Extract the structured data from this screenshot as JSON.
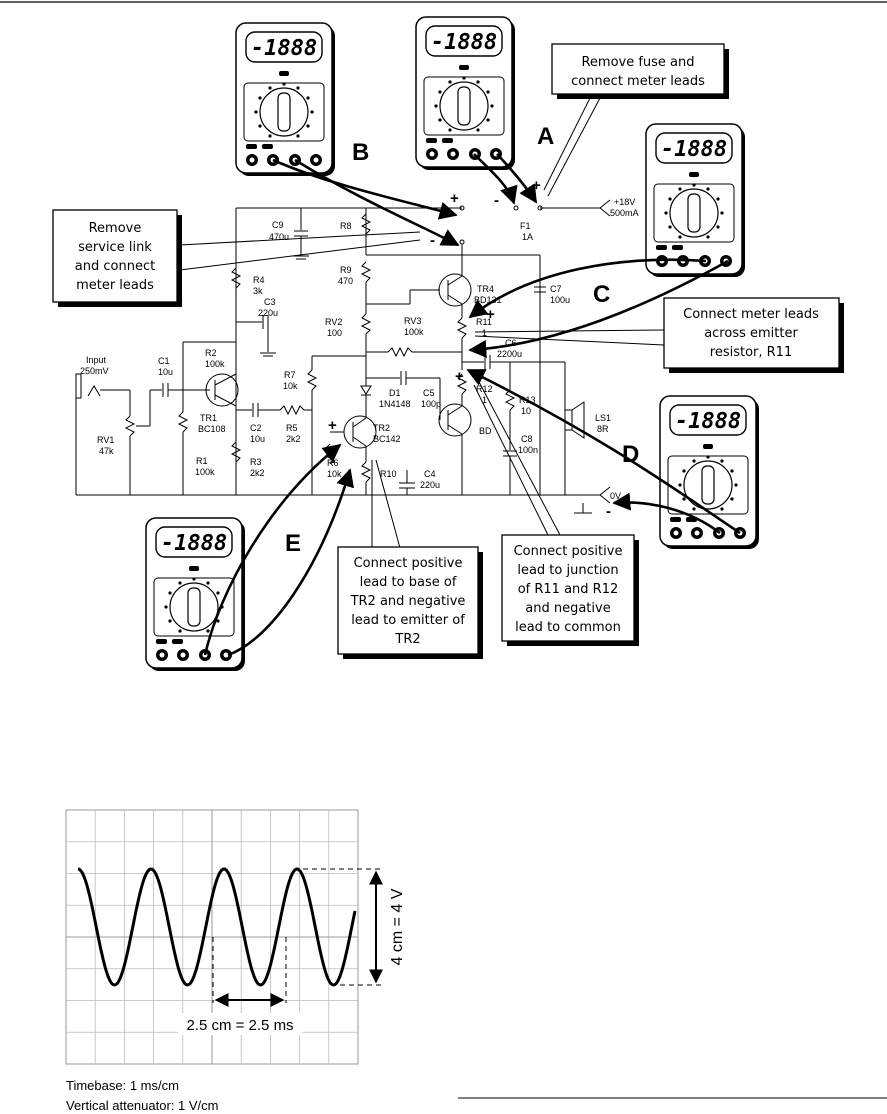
{
  "meters": [
    {
      "id": "A",
      "display": "-1888"
    },
    {
      "id": "B",
      "display": "-1888"
    },
    {
      "id": "C",
      "display": "-1888"
    },
    {
      "id": "D",
      "display": "-1888"
    },
    {
      "id": "E",
      "display": "-1888"
    }
  ],
  "point_labels": {
    "A": "A",
    "B": "B",
    "C": "C",
    "D": "D",
    "E": "E"
  },
  "callouts": {
    "fuse": [
      "Remove fuse and",
      "connect meter leads"
    ],
    "service_link": [
      "Remove",
      "service link",
      "and connect",
      "meter leads"
    ],
    "emitter": [
      "Connect meter leads",
      "across emitter",
      "resistor, R11"
    ],
    "tr2": [
      "Connect positive",
      "lead to base of",
      "TR2 and negative",
      "lead to emitter of",
      "TR2"
    ],
    "junction": [
      "Connect positive",
      "lead to junction",
      "of R11 and R12",
      "and negative",
      "lead to common"
    ]
  },
  "components": {
    "c9": [
      "C9",
      "470u"
    ],
    "r8": [
      "R8"
    ],
    "r4": [
      "R4",
      "3k"
    ],
    "c3": [
      "C3",
      "220u"
    ],
    "r9": [
      "R9",
      "470"
    ],
    "rv2": [
      "RV2",
      "100"
    ],
    "rv3": [
      "RV3",
      "100k"
    ],
    "tr4": [
      "TR4",
      "BD131"
    ],
    "r11": [
      "R11",
      "1"
    ],
    "c7": [
      "C7",
      "100u"
    ],
    "c6": [
      "C6",
      "2200u"
    ],
    "f1": [
      "F1",
      "1A"
    ],
    "supply": [
      "+18V",
      "500mA"
    ],
    "input": [
      "Input",
      "250mV"
    ],
    "c1": [
      "C1",
      "10u"
    ],
    "r2": [
      "R2",
      "100k"
    ],
    "tr1": [
      "TR1",
      "BC108"
    ],
    "rv1": [
      "RV1",
      "47k"
    ],
    "r1": [
      "R1",
      "100k"
    ],
    "c2": [
      "C2",
      "10u"
    ],
    "r3": [
      "R3",
      "2k2"
    ],
    "r7": [
      "R7",
      "10k"
    ],
    "r5": [
      "R5",
      "2k2"
    ],
    "d1": [
      "D1",
      "1N4148"
    ],
    "c5": [
      "C5",
      "100p"
    ],
    "r12": [
      "R12",
      "1"
    ],
    "r13": [
      "R13",
      "10"
    ],
    "ls1": [
      "LS1",
      "8R"
    ],
    "tr2": [
      "TR2",
      "BC142"
    ],
    "tr3": [
      "BD"
    ],
    "r6": [
      "R6",
      "10k"
    ],
    "r10": [
      "R10"
    ],
    "c4": [
      "C4",
      "220u"
    ],
    "c8": [
      "C8",
      "100n"
    ],
    "zero": [
      "0V"
    ]
  },
  "polarity": {
    "plus": "+",
    "minus": "-"
  },
  "scope": {
    "timebase_label": "2.5 cm = 2.5 ms",
    "amplitude_label": "4 cm = 4 V"
  },
  "footer": {
    "timebase": "Timebase: 1 ms/cm",
    "vertical": "Vertical attenuator: 1 V/cm"
  }
}
